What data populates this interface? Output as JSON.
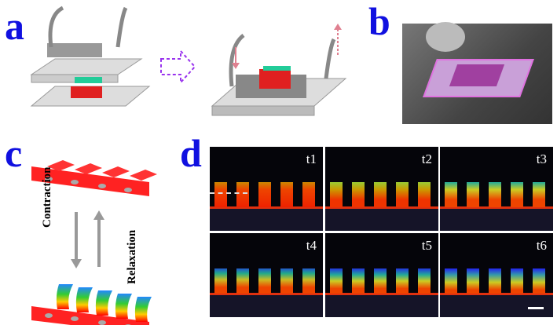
{
  "panel_labels": {
    "a": "a",
    "b": "b",
    "c": "c",
    "d": "d"
  },
  "panel_c": {
    "contraction": "Contraction",
    "relaxation": "Relaxation"
  },
  "panel_d": {
    "frames": [
      "t1",
      "t2",
      "t3",
      "t4",
      "t5",
      "t6"
    ]
  }
}
